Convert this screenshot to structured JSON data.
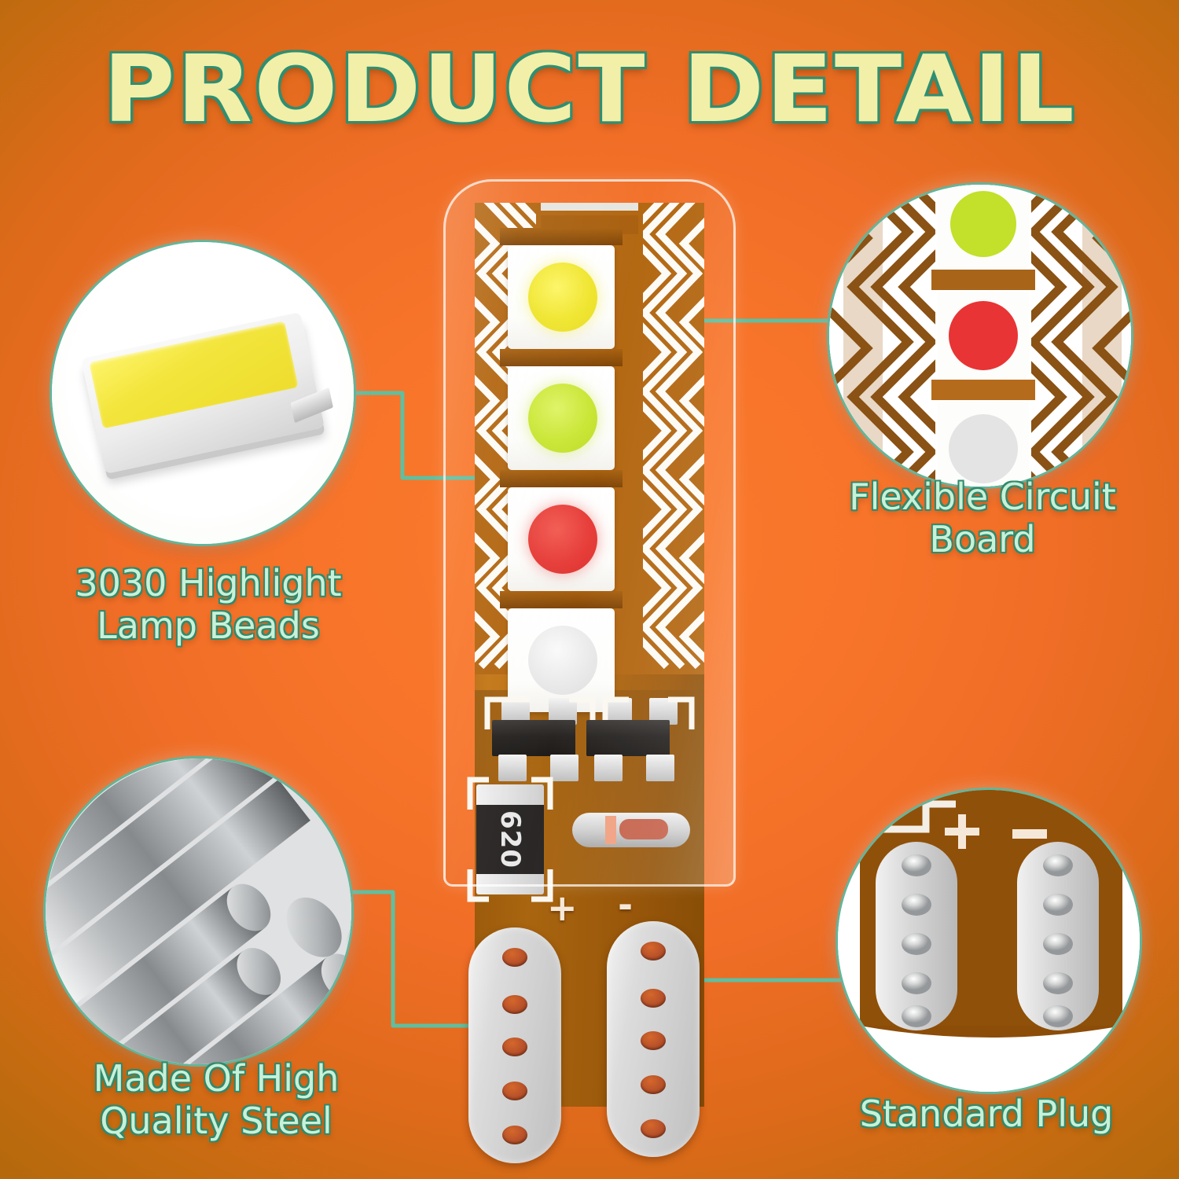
{
  "page": {
    "title": "PRODUCT DETAIL",
    "background_color": "#f0701f",
    "accent_color": "#2f8a6d",
    "label_text_color": "#c9f0d8",
    "title_text_color": "#f2efa8"
  },
  "callouts": [
    {
      "id": "lamp-beads",
      "label": "3030 Highlight\nLamp Beads",
      "position": "top-left",
      "zoom_subject": "smd-led-chip",
      "detail_color": "#eedd2e"
    },
    {
      "id": "flexible-circuit-board",
      "label": "Flexible Circuit\nBoard",
      "position": "top-right",
      "zoom_subject": "pcb-traces-with-leds",
      "detail_color": "#a8651a"
    },
    {
      "id": "quality-steel",
      "label": "Made Of High\nQuality Steel",
      "position": "bottom-left",
      "zoom_subject": "steel-rods",
      "detail_color": "#b8babb"
    },
    {
      "id": "standard-plug",
      "label": "Standard Plug",
      "position": "bottom-right",
      "zoom_subject": "plug-contact-pads",
      "detail_color": "#cfcfcf"
    }
  ],
  "product": {
    "name": "t10-led-bulb",
    "housing": "transparent-silicone-dome",
    "pcb_color": "#b2650e",
    "leds": [
      {
        "index": 1,
        "color": "#eedd2e",
        "color_name": "yellow"
      },
      {
        "index": 2,
        "color": "#c3e02a",
        "color_name": "yellow-green"
      },
      {
        "index": 3,
        "color": "#e83434",
        "color_name": "red"
      },
      {
        "index": 4,
        "color": "#e8e8e8",
        "color_name": "white"
      }
    ],
    "components": {
      "ic_count": 2,
      "ic_color": "#24211f",
      "resistor_marking": "620",
      "resistor_body_color": "#262322",
      "diode_present": true
    },
    "plug": {
      "positive_marking": "+",
      "negative_marking": "-",
      "pad_count": 2,
      "vias_per_pad": 5,
      "pad_color": "#cfcfcf",
      "via_color": "#b8512a"
    }
  },
  "zoom_detail_fcb": {
    "leds": [
      {
        "color": "#c3e02a",
        "color_name": "yellow-green"
      },
      {
        "color": "#e83434",
        "color_name": "red"
      },
      {
        "color": "#e8e8e8",
        "color_name": "white"
      }
    ],
    "trace_color": "#8a5214",
    "substrate_color": "#ffffff"
  },
  "zoom_detail_plug": {
    "positive_marking": "+",
    "negative_marking": "-",
    "pad_count": 2,
    "vias_per_pad": 5
  },
  "connectors": {
    "line_color": "#5fbfa0",
    "glow_color": "#f7f26a",
    "count": 4
  }
}
